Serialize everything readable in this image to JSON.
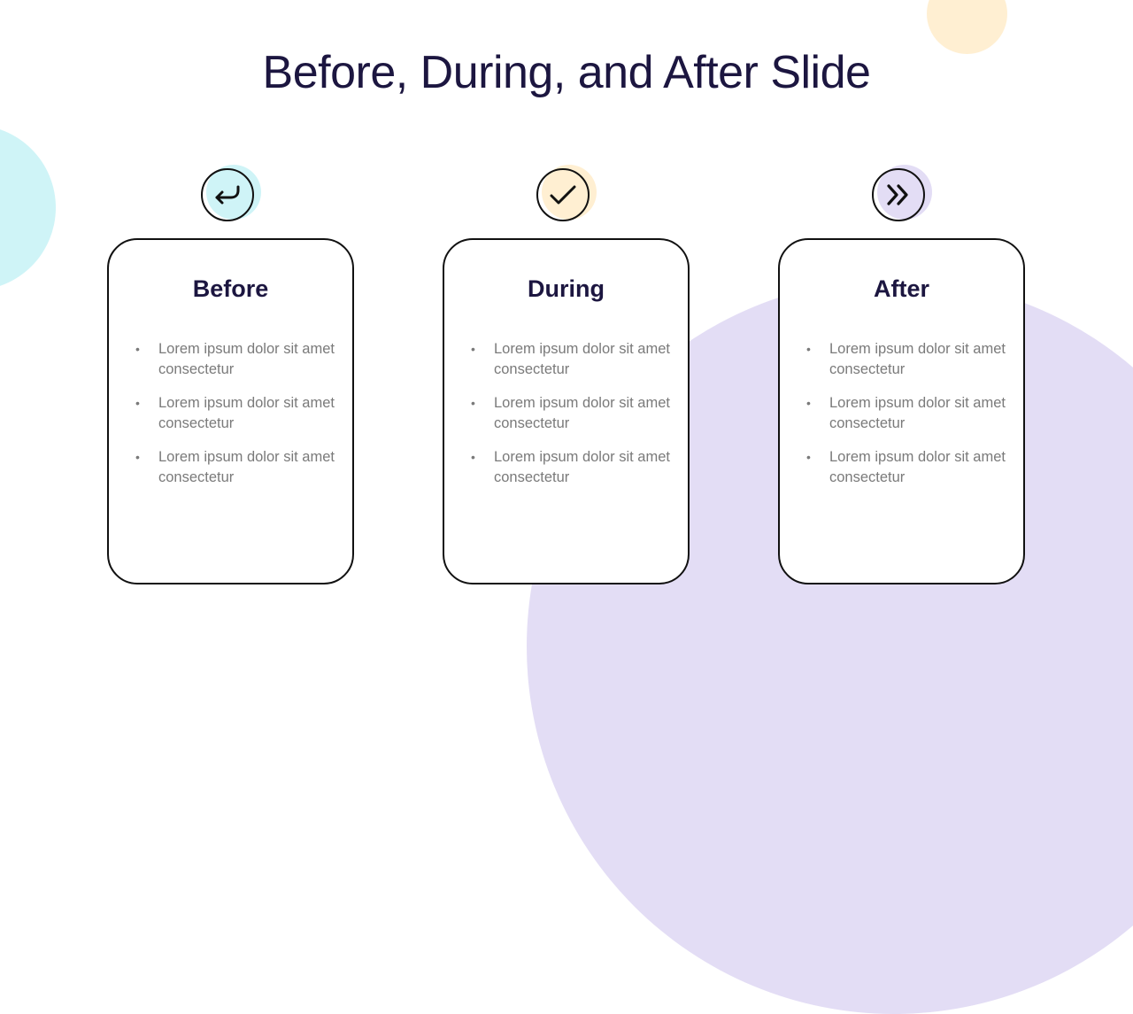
{
  "slide": {
    "title": "Before, During, and After Slide",
    "colors": {
      "title": "#1c1640",
      "body_text": "#7a7a7a",
      "yellow": "#ffefd2",
      "cyan": "#cff4f7",
      "purple": "#e3ddf5",
      "outline": "#111111"
    },
    "cards": [
      {
        "heading": "Before",
        "icon": "return-arrow-icon",
        "icon_color": "#cff4f7",
        "bullets": [
          "Lorem ipsum dolor sit amet consectetur",
          "Lorem ipsum dolor sit amet consectetur",
          "Lorem ipsum dolor sit amet consectetur"
        ]
      },
      {
        "heading": "During",
        "icon": "checkmark-icon",
        "icon_color": "#ffefd2",
        "bullets": [
          "Lorem ipsum dolor sit amet consectetur",
          "Lorem ipsum dolor sit amet consectetur",
          "Lorem ipsum dolor sit amet consectetur"
        ]
      },
      {
        "heading": "After",
        "icon": "double-chevron-right-icon",
        "icon_color": "#e3ddf5",
        "bullets": [
          "Lorem ipsum dolor sit amet consectetur",
          "Lorem ipsum dolor sit amet consectetur",
          "Lorem ipsum dolor sit amet consectetur"
        ]
      }
    ],
    "bullet_glyph": "•"
  }
}
